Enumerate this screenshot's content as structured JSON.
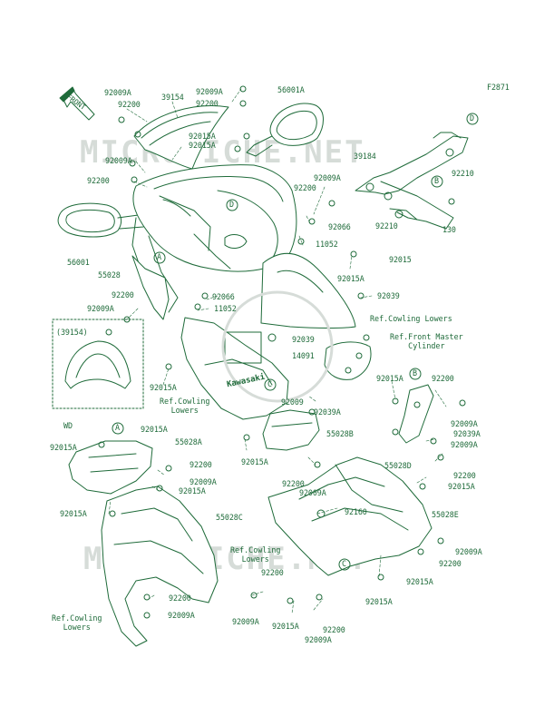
{
  "figure_code": "F2871",
  "front_label": "FRONT",
  "inset_label": "(39154)",
  "wd_label": "WD",
  "watermark": "MICROFICHE.NET",
  "brand": "Kawasaki",
  "colors": {
    "line": "#1f6b3a",
    "watermark": "#d6dcd8"
  },
  "callouts": [
    "A",
    "B",
    "C",
    "D"
  ],
  "parts": [
    "92009A",
    "92200",
    "39154",
    "92009A",
    "92200",
    "56001A",
    "92015A",
    "92015A",
    "92009A",
    "92200",
    "92009A",
    "92200",
    "92066",
    "11052",
    "56001",
    "55028",
    "92015A",
    "92200",
    "92009A",
    "92066",
    "11052",
    "92039",
    "39184",
    "92210",
    "92210",
    "92015",
    "130",
    "92039",
    "14091",
    "92015A",
    "92009",
    "92039A",
    "92015A",
    "92200",
    "92009A",
    "92039A",
    "92015A",
    "55028B",
    "92009A",
    "55028D",
    "92200",
    "92015A",
    "92015A",
    "55028A",
    "92015A",
    "92200",
    "92009A",
    "92015A",
    "92015A",
    "92200",
    "92009A",
    "55028C",
    "92160",
    "55028E",
    "92009A",
    "92200",
    "92015A",
    "92200",
    "92009A",
    "92015A",
    "92200",
    "92009A",
    "92015A",
    "92009A"
  ],
  "references": [
    "Ref.Cowling Lowers",
    "Ref.Front Master\nCylinder",
    "Ref.Cowling\nLowers",
    "Ref.Cowling\nLowers",
    "Ref.Cowling\nLowers"
  ]
}
